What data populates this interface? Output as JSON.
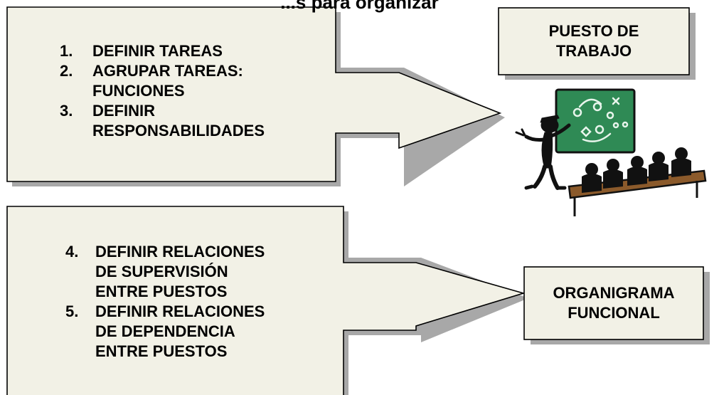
{
  "title": "...s para organizar",
  "top_group": {
    "steps": [
      {
        "number": "1.",
        "lines": [
          "DEFINIR TAREAS"
        ]
      },
      {
        "number": "2.",
        "lines": [
          "AGRUPAR TAREAS:",
          "FUNCIONES"
        ]
      },
      {
        "number": "3.",
        "lines": [
          "DEFINIR",
          "RESPONSABILIDADES"
        ]
      }
    ],
    "target": [
      "PUESTO DE",
      "TRABAJO"
    ]
  },
  "bottom_group": {
    "steps": [
      {
        "number": "4.",
        "lines": [
          "DEFINIR RELACIONES",
          "DE SUPERVISIÓN",
          "ENTRE PUESTOS"
        ]
      },
      {
        "number": "5.",
        "lines": [
          "DEFINIR RELACIONES",
          "DE  DEPENDENCIA",
          "ENTRE PUESTOS"
        ]
      }
    ],
    "target": [
      "ORGANIGRAMA",
      "FUNCIONAL"
    ]
  },
  "colors": {
    "shape_fill": "#f2f1e6",
    "shadow": "#a8a8a8",
    "board": "#2f8a55"
  },
  "icons": [
    "teacher-chalkboard-clipart"
  ]
}
